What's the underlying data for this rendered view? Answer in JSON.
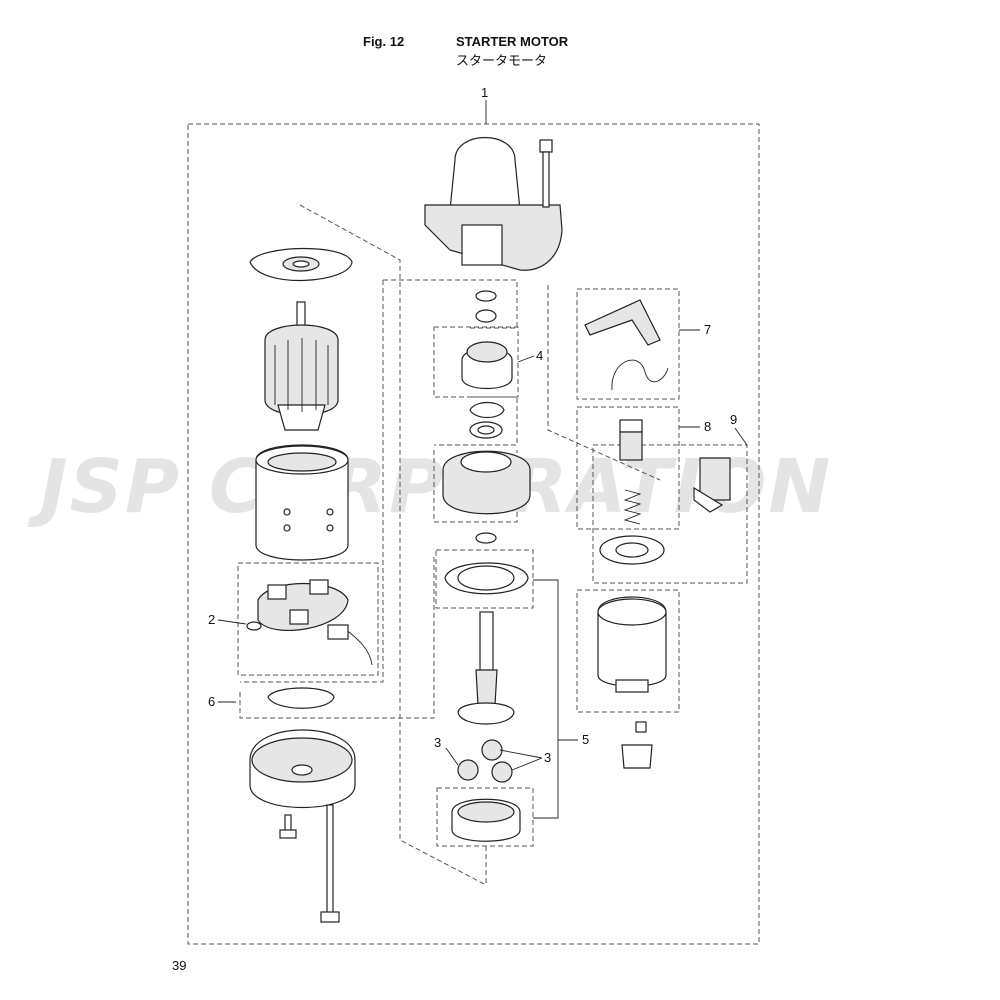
{
  "header": {
    "fig_label": "Fig. 12",
    "title": "STARTER MOTOR",
    "subtitle": "スタータモータ"
  },
  "page_number": "39",
  "watermark": "JSP CORPORATION",
  "callouts": {
    "c1": "1",
    "c2": "2",
    "c3a": "3",
    "c3b": "3",
    "c4": "4",
    "c5": "5",
    "c6": "6",
    "c7": "7",
    "c8": "8",
    "c9": "9"
  }
}
